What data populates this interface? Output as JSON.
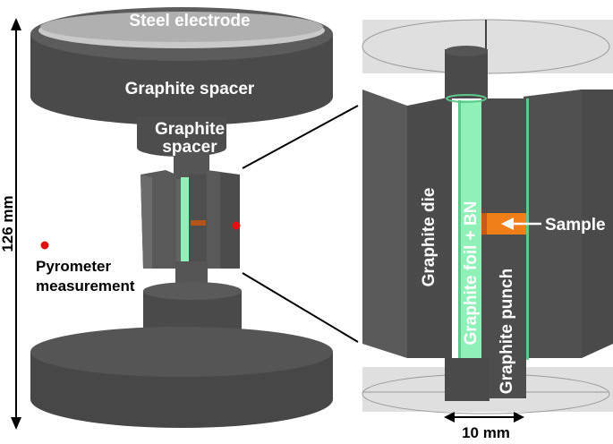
{
  "labels": {
    "steel_electrode": "Steel electrode",
    "graphite_spacer_top": "Graphite spacer",
    "graphite_spacer_mid_line1": "Graphite",
    "graphite_spacer_mid_line2": "spacer",
    "pyrometer_line1": "Pyrometer",
    "pyrometer_line2": "measurement",
    "height_dimension": "126 mm",
    "width_dimension": "10 mm",
    "graphite_die": "Graphite die",
    "graphite_foil_bn": "Graphite foil + BN",
    "graphite_punch": "Graphite punch",
    "sample": "Sample"
  },
  "colors": {
    "graphite_dark": "#4a4a4a",
    "graphite_mid": "#5a5a5a",
    "graphite_light": "#6b6b6b",
    "foil_green": "#8ff0b8",
    "sample_orange": "#f07f1a",
    "pyrometer_red": "#e01010",
    "transparent_gray": "#c8c8c8"
  }
}
